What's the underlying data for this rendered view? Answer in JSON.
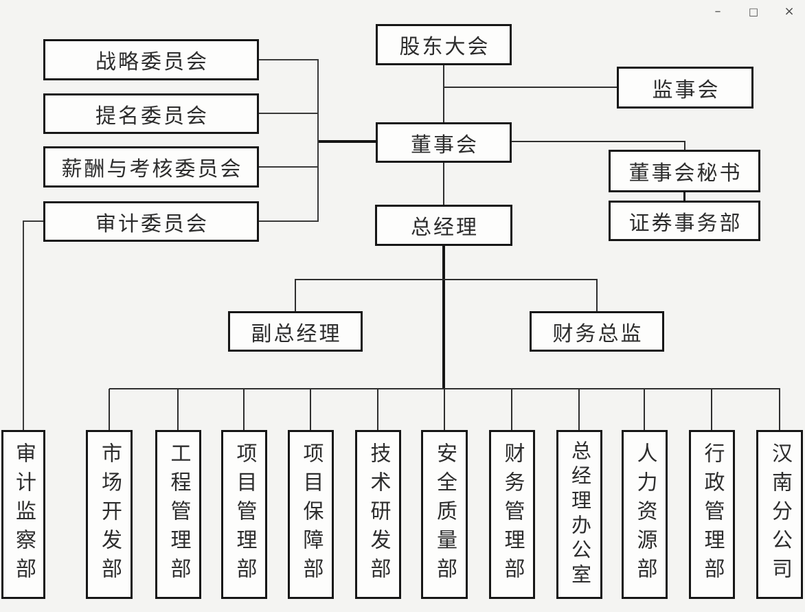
{
  "window_controls": {
    "minimize": "–",
    "maximize": "□",
    "close": "×"
  },
  "org_chart": {
    "nodes": {
      "shareholders_meeting": {
        "label": "股东大会"
      },
      "supervisory_board": {
        "label": "监事会"
      },
      "board_of_directors": {
        "label": "董事会"
      },
      "board_secretary": {
        "label": "董事会秘书"
      },
      "securities_affairs_dept": {
        "label": "证券事务部"
      },
      "strategy_committee": {
        "label": "战略委员会"
      },
      "nomination_committee": {
        "label": "提名委员会"
      },
      "remuneration_appraisal_committee": {
        "label": "薪酬与考核委员会"
      },
      "audit_committee": {
        "label": "审计委员会"
      },
      "general_manager": {
        "label": "总经理"
      },
      "deputy_general_manager": {
        "label": "副总经理"
      },
      "finance_director": {
        "label": "财务总监"
      }
    },
    "departments": [
      {
        "label": "审计监察部"
      },
      {
        "label": "市场开发部"
      },
      {
        "label": "工程管理部"
      },
      {
        "label": "项目管理部"
      },
      {
        "label": "项目保障部"
      },
      {
        "label": "技术研发部"
      },
      {
        "label": "安全质量部"
      },
      {
        "label": "财务管理部"
      },
      {
        "label": "总经理办公室"
      },
      {
        "label": "人力资源部"
      },
      {
        "label": "行政管理部"
      },
      {
        "label": "汉南分公司"
      }
    ],
    "edges": [
      {
        "from": "shareholders_meeting",
        "to": "board_of_directors"
      },
      {
        "from": "shareholders_meeting",
        "to": "supervisory_board"
      },
      {
        "from": "board_of_directors",
        "to": "strategy_committee"
      },
      {
        "from": "board_of_directors",
        "to": "nomination_committee"
      },
      {
        "from": "board_of_directors",
        "to": "remuneration_appraisal_committee"
      },
      {
        "from": "board_of_directors",
        "to": "audit_committee"
      },
      {
        "from": "board_of_directors",
        "to": "board_secretary"
      },
      {
        "from": "board_secretary",
        "to": "securities_affairs_dept"
      },
      {
        "from": "board_of_directors",
        "to": "general_manager"
      },
      {
        "from": "general_manager",
        "to": "deputy_general_manager"
      },
      {
        "from": "general_manager",
        "to": "finance_director"
      },
      {
        "from": "audit_committee",
        "to": "审计监察部"
      },
      {
        "from": "general_manager",
        "to": "市场开发部 … 汉南分公司 (departments 2-12 via bus)"
      }
    ],
    "colors": {
      "background": "#f4f4f2",
      "box_fill": "#fdfdfc",
      "box_border": "#161616",
      "line": "#2e2e2e",
      "window_control": "#4b4b4b"
    }
  }
}
